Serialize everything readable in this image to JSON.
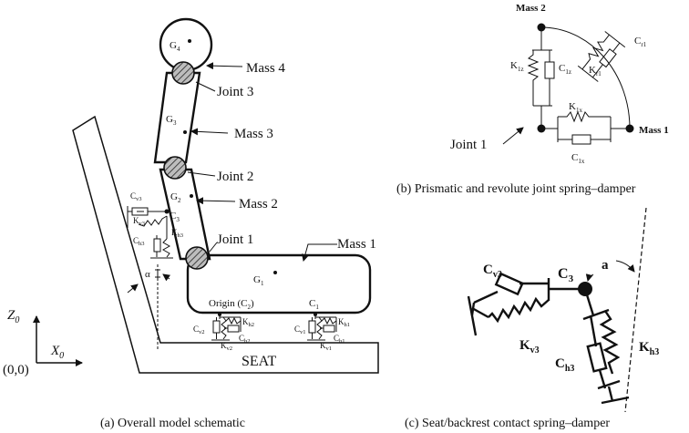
{
  "panel_a": {
    "caption": "(a) Overall model schematic",
    "labels": {
      "g4": "G",
      "g4_sub": "4",
      "g3": "G",
      "g3_sub": "3",
      "g2": "G",
      "g2_sub": "2",
      "g1": "G",
      "g1_sub": "1",
      "mass4": "Mass 4",
      "mass3": "Mass 3",
      "mass2": "Mass 2",
      "mass1": "Mass 1",
      "joint3": "Joint 3",
      "joint2": "Joint 2",
      "joint1": "Joint 1",
      "c3": "C",
      "c3_sub": "3",
      "cv3": "C",
      "cv3_sub": "v3",
      "kv3": "K",
      "kv3_sub": "v3",
      "ch3": "C",
      "ch3_sub": "h3",
      "kh3": "K",
      "kh3_sub": "h3",
      "alpha": "α",
      "origin": "Origin (C",
      "origin_sub": "2",
      "origin_end": ")",
      "c1": "C",
      "c1_sub": "1",
      "cv2": "C",
      "cv2_sub": "v2",
      "kv2": "K",
      "kv2_sub": "v2",
      "kh2": "K",
      "kh2_sub": "h2",
      "ch2": "C",
      "ch2_sub": "h2",
      "cv1": "C",
      "cv1_sub": "v1",
      "kv1": "K",
      "kv1_sub": "v1",
      "kh1": "K",
      "kh1_sub": "h1",
      "ch1": "C",
      "ch1_sub": "h1",
      "seat": "SEAT",
      "z0": "Z",
      "z0_sub": "0",
      "x0": "X",
      "x0_sub": "0",
      "origin_coords": "(0,0)"
    }
  },
  "panel_b": {
    "caption": "(b) Prismatic and revolute joint spring–damper",
    "labels": {
      "mass2": "Mass 2",
      "mass1": "Mass 1",
      "joint1": "Joint 1",
      "k1z": "K",
      "k1z_sub": "1z",
      "c1z": "C",
      "c1z_sub": "1z",
      "k1x": "K",
      "k1x_sub": "1x",
      "c1x": "C",
      "c1x_sub": "1x",
      "cr1": "C",
      "cr1_sub": "r1",
      "kr1": "K",
      "kr1_sub": "r1"
    }
  },
  "panel_c": {
    "caption": "(c) Seat/backrest contact spring–damper",
    "labels": {
      "cv3": "C",
      "cv3_sub": "v3",
      "kv3": "K",
      "kv3_sub": "v3",
      "c3": "C",
      "c3_sub": "3",
      "a": "a",
      "ch3": "C",
      "ch3_sub": "h3",
      "kh3": "K",
      "kh3_sub": "h3"
    }
  }
}
